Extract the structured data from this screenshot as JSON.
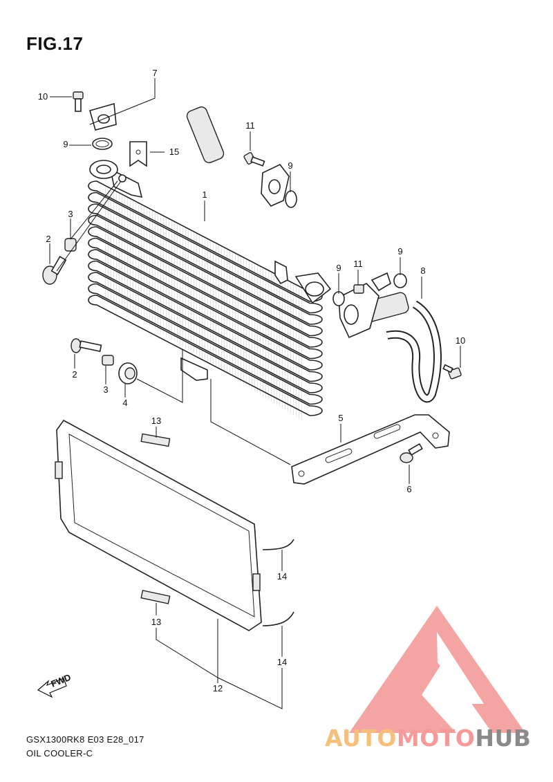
{
  "figure": {
    "title": "FIG.17",
    "code": "GSX1300RK8 E03 E28_017",
    "name": "OIL COOLER-C"
  },
  "fwd_label": "FWD",
  "callouts": [
    {
      "id": "c1",
      "text": "1"
    },
    {
      "id": "c2a",
      "text": "2"
    },
    {
      "id": "c2b",
      "text": "2"
    },
    {
      "id": "c3a",
      "text": "3"
    },
    {
      "id": "c3b",
      "text": "3"
    },
    {
      "id": "c4",
      "text": "4"
    },
    {
      "id": "c5",
      "text": "5"
    },
    {
      "id": "c6",
      "text": "6"
    },
    {
      "id": "c7",
      "text": "7"
    },
    {
      "id": "c8",
      "text": "8"
    },
    {
      "id": "c9a",
      "text": "9"
    },
    {
      "id": "c9b",
      "text": "9"
    },
    {
      "id": "c9c",
      "text": "9"
    },
    {
      "id": "c9d",
      "text": "9"
    },
    {
      "id": "c10a",
      "text": "10"
    },
    {
      "id": "c10b",
      "text": "10"
    },
    {
      "id": "c11a",
      "text": "11"
    },
    {
      "id": "c11b",
      "text": "11"
    },
    {
      "id": "c12",
      "text": "12"
    },
    {
      "id": "c13a",
      "text": "13"
    },
    {
      "id": "c13b",
      "text": "13"
    },
    {
      "id": "c14a",
      "text": "14"
    },
    {
      "id": "c14b",
      "text": "14"
    },
    {
      "id": "c15",
      "text": "15"
    }
  ],
  "watermark": {
    "part1": "AUTO",
    "part2": "MOTO",
    "part3": "HUB",
    "color_light": "#f6c07a",
    "color_red": "#f59a98",
    "color_gray": "#8a8a8a"
  }
}
